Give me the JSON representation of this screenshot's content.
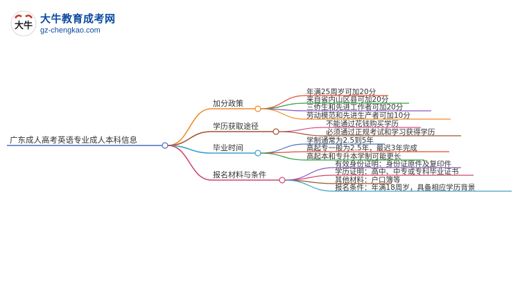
{
  "logo": {
    "title": "大牛教育成考网",
    "url": "gz-chengkao.com",
    "mark_text": "大牛"
  },
  "mindmap": {
    "root": "广东成人高考英语专业成人本科信息",
    "branches": [
      {
        "label": "加分政策",
        "color": "#f08a24",
        "children": [
          {
            "text": "年满25周岁可加20分",
            "color": "#e2492f"
          },
          {
            "text": "来自省内山区县可加20分",
            "color": "#2e9e44"
          },
          {
            "text": "三侨生和先进工作者可加20分",
            "color": "#8a55c7"
          },
          {
            "text": "劳动模范和先进生产者可加10分",
            "color": "#f08a24"
          }
        ]
      },
      {
        "label": "学历获取途径",
        "color": "#a0522d",
        "children": [
          {
            "text": "不能通过花钱购买学历",
            "color": "#d94c8b"
          },
          {
            "text": "必须通过正规考试和学习获得学历",
            "color": "#a0522d"
          }
        ]
      },
      {
        "label": "毕业时间",
        "color": "#3aa0c8",
        "children": [
          {
            "text": "学制通常为2.5到5年",
            "color": "#4a6fc2"
          },
          {
            "text": "高起专一般为2.5年，最迟3年完成",
            "color": "#e2492f"
          },
          {
            "text": "高起本和专升本学制可能更长",
            "color": "#2e9e44"
          }
        ]
      },
      {
        "label": "报名材料与条件",
        "color": "#d0446c",
        "children": [
          {
            "text": "有效身份证明：身份证原件及复印件",
            "color": "#8a55c7"
          },
          {
            "text": "学历证明：高中、中专或专科毕业证书",
            "color": "#d0446c"
          },
          {
            "text": "其他材料：户口簿等",
            "color": "#a0522d"
          },
          {
            "text": "报名条件：年满18周岁，具备相应学历背景",
            "color": "#3aa0c8"
          }
        ]
      }
    ]
  }
}
